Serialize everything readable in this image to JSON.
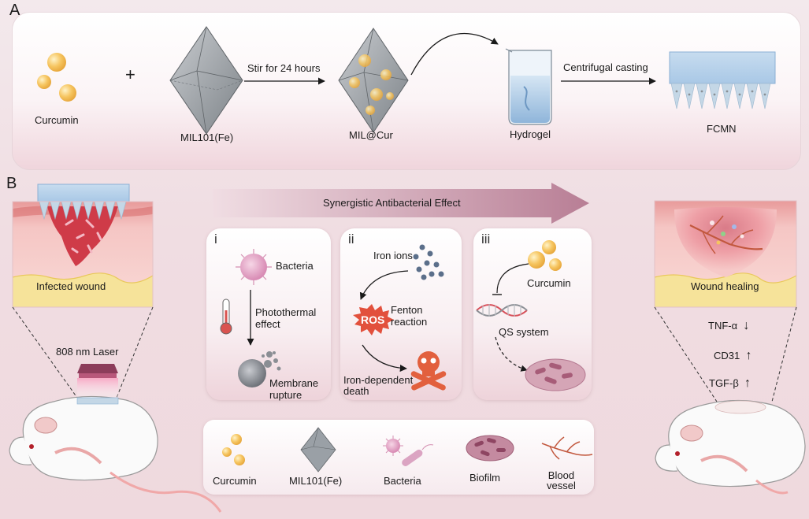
{
  "panel_a": {
    "letter": "A",
    "curcumin": "Curcumin",
    "plus": "+",
    "mof": "MIL101(Fe)",
    "step1": "Stir for 24 hours",
    "loaded": "MIL@Cur",
    "hydrogel": "Hydrogel",
    "step2": "Centrifugal casting",
    "product": "FCMN"
  },
  "panel_b": {
    "letter": "B",
    "infected": "Infected wound",
    "laser": "808 nm Laser",
    "banner": "Synergistic Antibacterial Effect",
    "healing": "Wound healing",
    "markers": [
      {
        "name": "TNF-α",
        "arrow": "↓"
      },
      {
        "name": "CD31",
        "arrow": "↑"
      },
      {
        "name": "TGF-β",
        "arrow": "↑"
      }
    ],
    "mech_i": {
      "numeral": "i",
      "bacteria": "Bacteria",
      "effect_1": "Photothermal",
      "effect_2": "effect",
      "result_1": "Membrane",
      "result_2": "rupture"
    },
    "mech_ii": {
      "numeral": "ii",
      "iron": "Iron ions",
      "ros": "ROS",
      "fenton_1": "Fenton",
      "fenton_2": "reaction",
      "death_1": "Iron-dependent",
      "death_2": "death"
    },
    "mech_iii": {
      "numeral": "iii",
      "curcumin": "Curcumin",
      "qs": "QS system"
    },
    "legend": {
      "curcumin": "Curcumin",
      "mof": "MIL101(Fe)",
      "bacteria": "Bacteria",
      "biofilm": "Biofilm",
      "vessel_1": "Blood",
      "vessel_2": "vessel"
    }
  },
  "colors": {
    "curcumin": "#f6c560",
    "mof": "#9aa0a6",
    "bacteria": "#e7a9c9",
    "wound": "#d8444f",
    "hydrogel": "#b6d2ea",
    "ros": "#e2503c",
    "skin": "#f2c4c4",
    "fat": "#f6e39a"
  }
}
